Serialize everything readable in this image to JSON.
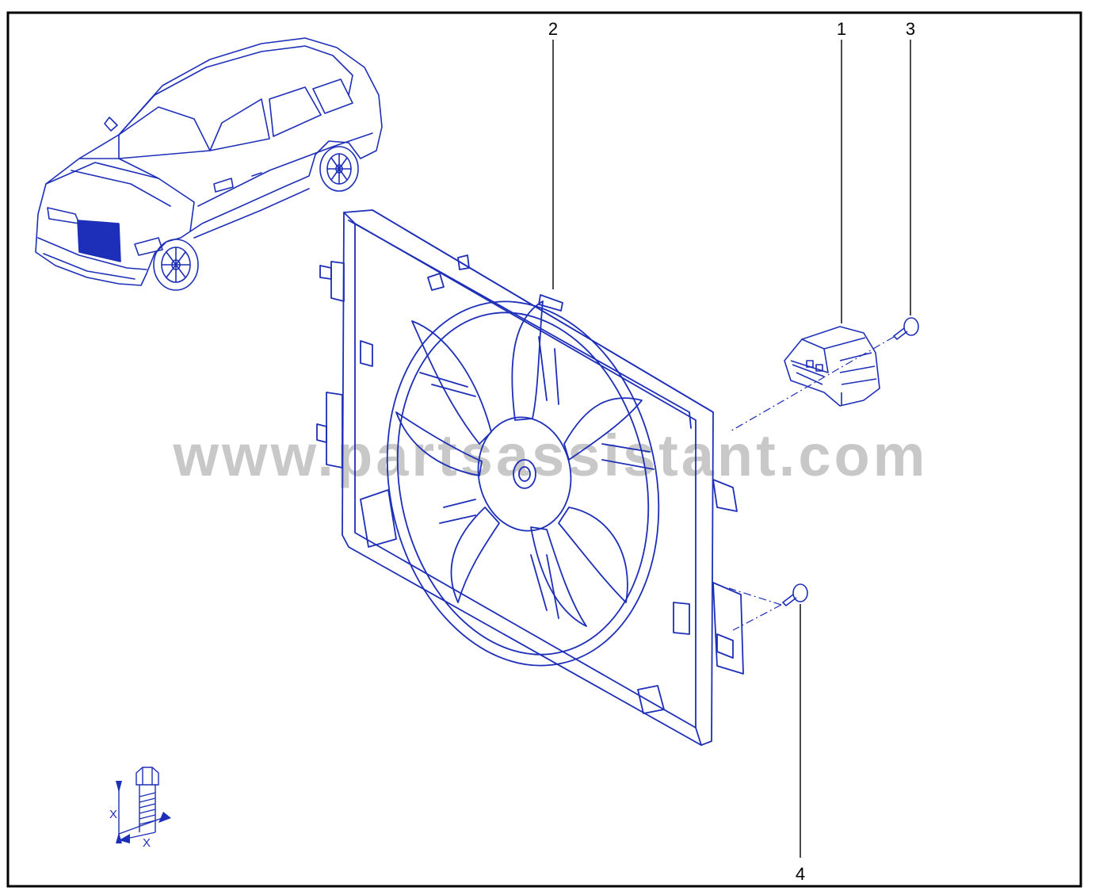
{
  "colors": {
    "line": "#1d2fb8",
    "frame": "#000000",
    "watermark": "#c8c8c8",
    "background": "#ffffff"
  },
  "callouts": [
    {
      "id": "1",
      "label": "1"
    },
    {
      "id": "2",
      "label": "2"
    },
    {
      "id": "3",
      "label": "3"
    },
    {
      "id": "4",
      "label": "4"
    }
  ],
  "watermark": "www.partsassistant.com",
  "dimension_symbol": {
    "label_a": "X",
    "label_b": "X"
  }
}
